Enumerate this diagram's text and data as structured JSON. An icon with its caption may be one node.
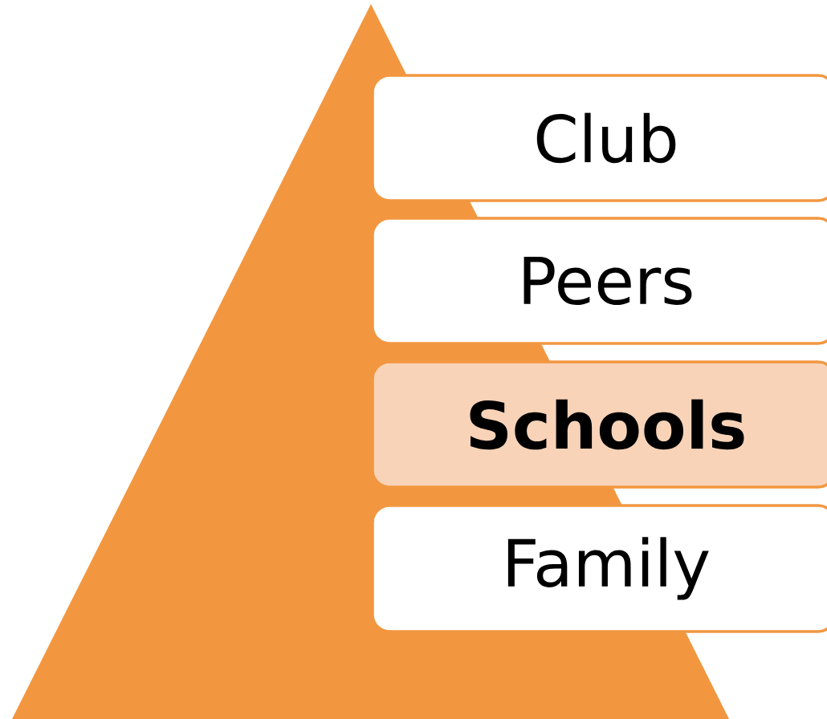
{
  "diagram": {
    "nodes": [
      {
        "text": [
          "Club"
        ]
      },
      {
        "text": [
          "Peers"
        ]
      },
      {
        "text": [
          "Schools"
        ]
      },
      {
        "text": [
          "Family"
        ]
      }
    ]
  }
}
